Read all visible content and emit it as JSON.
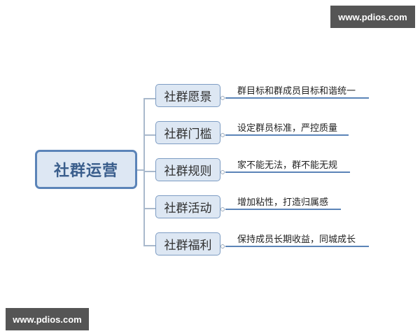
{
  "watermarks": {
    "top": "www.pdios.com",
    "bottom": "www.pdios.com"
  },
  "mindmap": {
    "root": {
      "label": "社群运营"
    },
    "branches": [
      {
        "label": "社群愿景",
        "detail": "群目标和群成员目标和谐统一"
      },
      {
        "label": "社群门槛",
        "detail": "设定群员标准，严控质量"
      },
      {
        "label": "社群规则",
        "detail": "家不能无法，群不能无规"
      },
      {
        "label": "社群活动",
        "detail": "增加粘性，打造归属感"
      },
      {
        "label": "社群福利",
        "detail": "保持成员长期收益，同城成长"
      }
    ]
  },
  "colors": {
    "accent": "#5b84b8",
    "node_fill": "#dde7f3",
    "root_text": "#3a5e8c",
    "watermark_bg": "#555555"
  }
}
